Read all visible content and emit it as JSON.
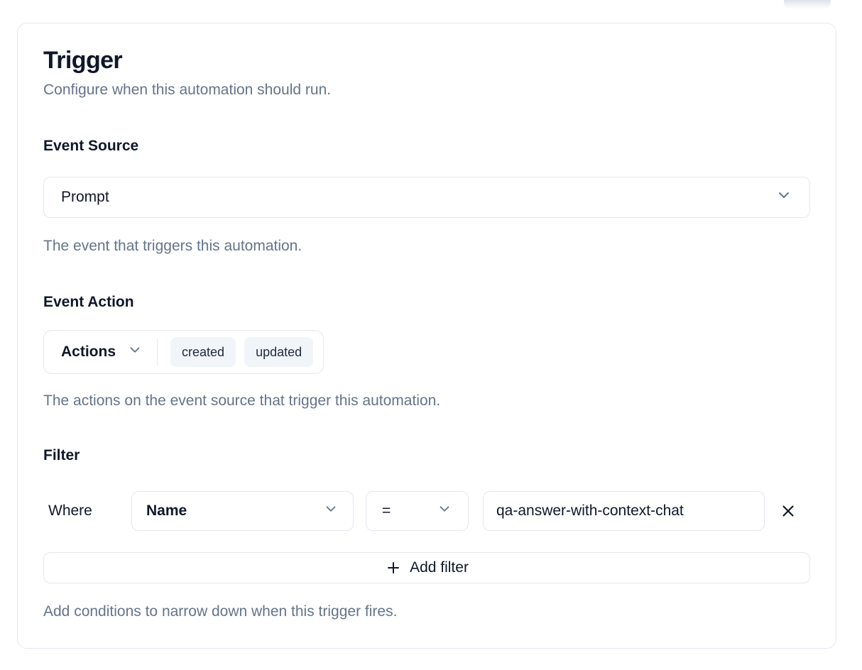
{
  "card": {
    "title": "Trigger",
    "subtitle": "Configure when this automation should run.",
    "event_source": {
      "label": "Event Source",
      "value": "Prompt",
      "help": "The event that triggers this automation."
    },
    "event_action": {
      "label": "Event Action",
      "dropdown_label": "Actions",
      "chips": [
        "created",
        "updated"
      ],
      "help": "The actions on the event source that trigger this automation."
    },
    "filter": {
      "label": "Filter",
      "where_label": "Where",
      "field_value": "Name",
      "operator_value": "=",
      "value_input": "qa-answer-with-context-chat",
      "add_button_label": "Add filter",
      "help": "Add conditions to narrow down when this trigger fires."
    }
  },
  "icons": {
    "chevron_down": "chevron-down",
    "close": "x-close",
    "plus": "plus"
  },
  "colors": {
    "text_primary": "#0f172a",
    "text_muted": "#64748b",
    "border": "#e2e8f0",
    "chip_background": "#f1f5f9",
    "background": "#ffffff"
  }
}
